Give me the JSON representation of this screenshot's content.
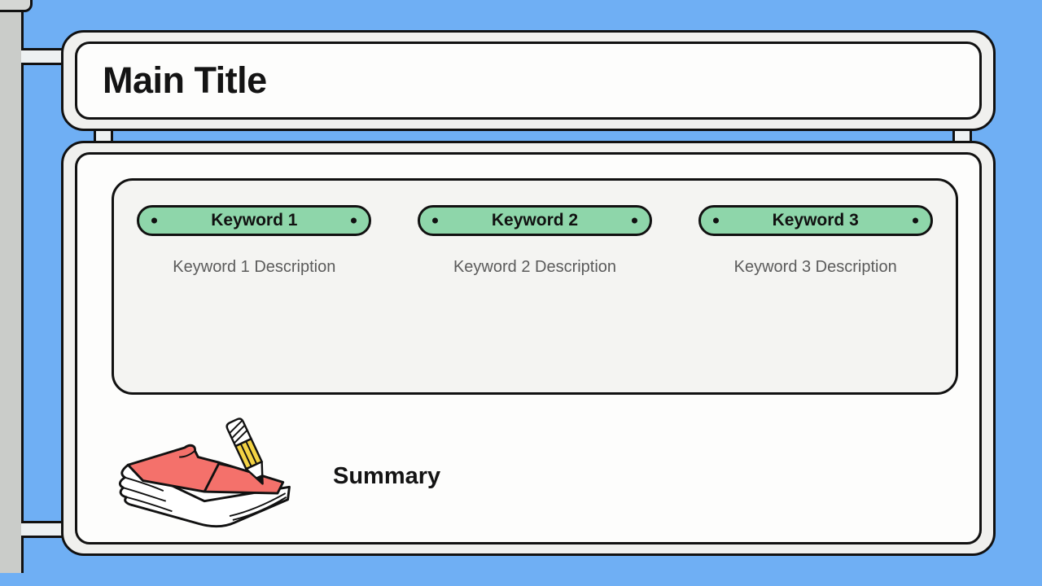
{
  "slide": {
    "title": "Main Title",
    "keywords": [
      {
        "label": "Keyword 1",
        "description": "Keyword 1 Description"
      },
      {
        "label": "Keyword 2",
        "description": "Keyword 2 Description"
      },
      {
        "label": "Keyword 3",
        "description": "Keyword 3 Description"
      }
    ],
    "summary": {
      "label": "Summary"
    },
    "icons": {
      "summary_illustration": "book-and-pencil"
    },
    "colors": {
      "background_blue": "#6FAFF4",
      "keyword_green": "#8ED6AA",
      "card_rim": "#F0F0EE",
      "card_face": "#FDFDFC",
      "panel_fill": "#F4F4F2",
      "binder_gray": "#CACCC9",
      "outline_black": "#111111",
      "description_gray": "#5B5B5B",
      "book_red": "#F4716B",
      "pencil_yellow": "#F3D344"
    }
  }
}
